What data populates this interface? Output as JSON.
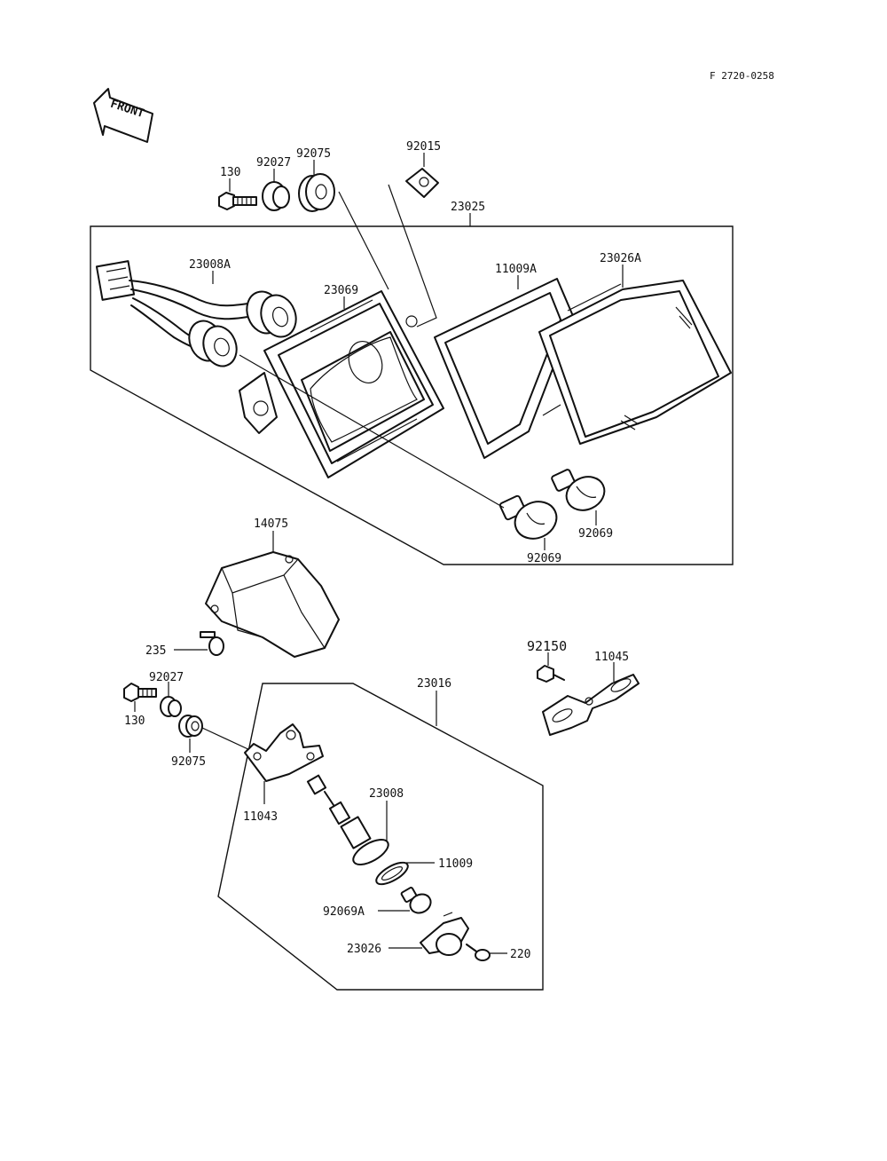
{
  "diagram": {
    "figure_code": "F 2720-0258",
    "front_label": "FRONT",
    "labels": {
      "p130_top": "130",
      "p92027_top": "92027",
      "p92075_top": "92075",
      "p92015": "92015",
      "p23025": "23025",
      "p23008A": "23008A",
      "p23069": "23069",
      "p11009A": "11009A",
      "p23026A": "23026A",
      "p92069_right": "92069",
      "p92069_center": "92069",
      "p14075": "14075",
      "p235": "235",
      "p92150": "92150",
      "p11045": "11045",
      "p92027_bottom": "92027",
      "p130_bottom": "130",
      "p23016": "23016",
      "p92075_bottom": "92075",
      "p11043": "11043",
      "p23008": "23008",
      "p11009": "11009",
      "p92069A": "92069A",
      "p23026": "23026",
      "p220": "220"
    }
  }
}
